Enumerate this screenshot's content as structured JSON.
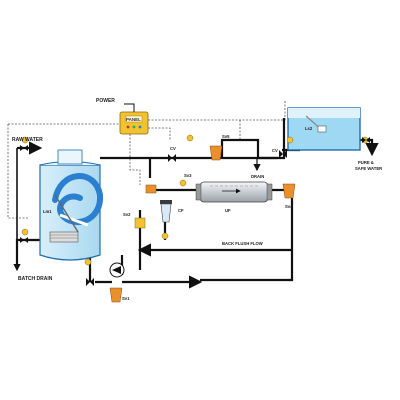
{
  "labels": {
    "power": "POWER",
    "panel": "PANEL",
    "raw_water": "RAW WATER",
    "batch_drain": "BATCH DRAIN",
    "lm1": "Lm1",
    "ls2": "Ls2",
    "cv_left": "CV",
    "cv_right": "CV",
    "sv5": "Sv5",
    "drain": "DRAIN",
    "pure_water_line1": "PURE &",
    "pure_water_line2": "SAFE WATER",
    "sv3": "Sv3",
    "uf": "UF",
    "cf": "CF",
    "sv4": "Sv4",
    "sv2": "Sv2",
    "back_flush_flow": "BACK FLUSH FLOW",
    "sv1": "Sv1"
  },
  "colors": {
    "pipe": "#111111",
    "wire_dashed": "#555555",
    "tank_water": "#bfe4f7",
    "tank_outline": "#1f6fb0",
    "pure_tank_water": "#9fd8f2",
    "valve_orange": "#e9902a",
    "valve_yellow": "#f2c230",
    "panel_body": "#f2c230",
    "uf_cartridge": "#d9dde2",
    "swirl": "#2a7fd0"
  }
}
